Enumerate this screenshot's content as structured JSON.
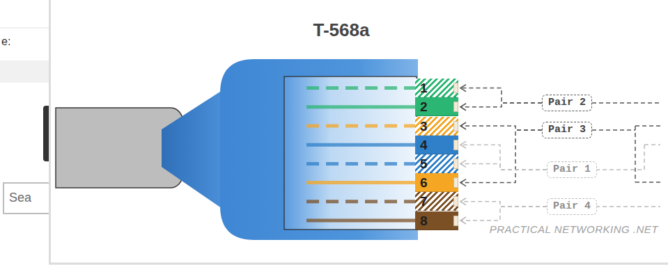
{
  "diagram": {
    "title": "T-568a",
    "nodes": [
      {
        "text": [
          "1"
        ]
      },
      {
        "text": [
          "2"
        ]
      },
      {
        "text": [
          "3"
        ]
      },
      {
        "text": [
          "4"
        ]
      },
      {
        "text": [
          "5"
        ]
      },
      {
        "text": [
          "6"
        ]
      },
      {
        "text": [
          "7"
        ]
      },
      {
        "text": [
          "8"
        ]
      },
      {
        "text": [
          "Pair 2"
        ]
      },
      {
        "text": [
          "Pair 3"
        ]
      },
      {
        "text": [
          "Pair 1"
        ]
      },
      {
        "text": [
          "Pair 4"
        ]
      }
    ],
    "edges": [
      {
        "from": 8,
        "to": 0,
        "arrow": "to"
      },
      {
        "from": 8,
        "to": 1,
        "arrow": "to"
      },
      {
        "from": 9,
        "to": 2,
        "arrow": "to"
      },
      {
        "from": 9,
        "to": 5,
        "arrow": "to"
      },
      {
        "from": 10,
        "to": 3,
        "arrow": "to"
      },
      {
        "from": 10,
        "to": 4,
        "arrow": "to"
      },
      {
        "from": 11,
        "to": 6,
        "arrow": "to"
      },
      {
        "from": 11,
        "to": 7,
        "arrow": "to"
      }
    ],
    "labels": [
      "e:",
      "Sea",
      "PRACTICAL NETWORKING .NET"
    ]
  }
}
